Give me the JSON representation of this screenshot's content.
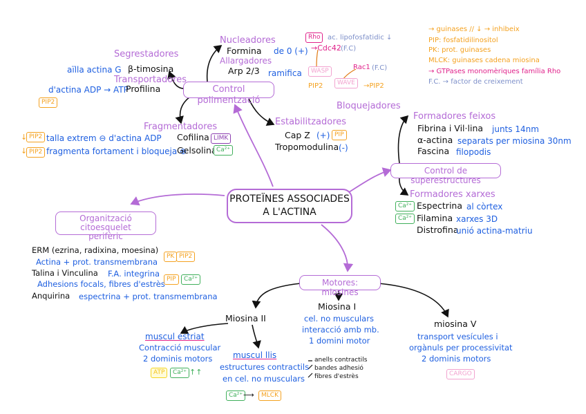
{
  "center": {
    "line1": "PROTEÏNES ASSOCIADES",
    "line2": "A L'ACTINA"
  },
  "control_pol": {
    "title": "Control polimentzació",
    "nucleadores": "Nucleadores",
    "allargadores": "Allargadores",
    "formina": "Formina",
    "formina_note": "de 0 (+)",
    "arp": "Arp 2/3",
    "ramifica": "ramifica",
    "rho_tag": "Rho",
    "rho_note": "ac. lipofosfatidic ↓",
    "cdc42": "→Cdc42",
    "fc1": "(F.C)",
    "wasp_tag": "WASP",
    "rac1": "Rac1",
    "fc2": "(F.C)",
    "wave_tag": "WAVE",
    "pip2_a": "PIP2",
    "pip2_b": "→PIP2",
    "segrestadores": "Segrestadores",
    "seg_desc": "aïlla actina G",
    "seg_prot": "β-timosina",
    "transportadores": "Transportadores",
    "trans_desc": "d'actina ADP → ATP",
    "trans_prot": "Profilina",
    "pip2_tag": "PIP2",
    "fragmentadores": "Fragmentadores",
    "frag1_pre": "↓",
    "frag1_tag": "PIP2",
    "frag1_desc": "talla extrem ⊖ d'actina ADP",
    "frag1_prot": "Cofilina",
    "frag1_limk": "LIMK",
    "frag2_pre": "↓",
    "frag2_tag": "PIP2",
    "frag2_desc": "fragmenta fortament i bloqueja ⊕",
    "frag2_prot": "Gelsolina",
    "frag2_ca": "Ca²⁺",
    "estabilitzadores": "Estabilitzadores",
    "bloquejadores": "Bloquejadores",
    "capz": "Cap Z",
    "capz_note": "(+)",
    "capz_tag": "PIP",
    "tropo": "Tropomodulina",
    "tropo_note": "(-)"
  },
  "legend": {
    "l1": "→ guinases // ↓ → inhibeix",
    "l2": "PIP: fosfatidilinositol",
    "l3": "PK: prot. guinases",
    "l4": "MLCK: guinases cadena miosina",
    "l5": "→ GTPases monomèriques família Rho",
    "l6": "F.C. → factor de creixement"
  },
  "superstructures": {
    "title": "Control de superestructures",
    "feixos": "Formadores feixos",
    "fibrina": "Fibrina i Vil·lina",
    "fibrina_note": "junts 14nm",
    "aactina": "α-actina",
    "aactina_note": "separats per miosina 30nm",
    "fascina": "Fascina",
    "fascina_note": "filopodis",
    "xarxes": "Formadores xarxes",
    "espectrina": "Espectrina",
    "espectrina_note": "al còrtex",
    "filamina": "Filamina",
    "filamina_note": "xarxes 3D",
    "distrofina": "Distrofina",
    "distrofina_note": "unió actina-matriu",
    "ca1": "Ca²⁺",
    "ca2": "Ca²⁺"
  },
  "org": {
    "title_l1": "Organització citoesquelet",
    "title_l2": "perifèric",
    "erm": "ERM (ezrina, radixina, moesina)",
    "erm_pk": "PK",
    "erm_pip2": "PIP2",
    "erm_desc": "Actina + prot. transmembrana",
    "talina": "Talina i Vinculina",
    "talina_note": "F.A. integrina",
    "talina_pip": "PIP",
    "talina_ca": "Ca²⁺",
    "talina_desc": "Adhesions focals, fibres d'estrès",
    "anquirina": "Anquirina",
    "anquirina_note": "espectrina + prot. transmembrana"
  },
  "motors": {
    "title": "Motores: miosines",
    "m2": "Miosina II",
    "m1": "Miosina I",
    "m1_d1": "cel. no musculars",
    "m1_d2": "interacció amb mb.",
    "m1_d3": "1 domini motor",
    "m5": "miosina V",
    "m5_d1": "transport vesícules i",
    "m5_d2": "orgànuls per processivitat",
    "m5_d3": "2 dominis motors",
    "m5_tag": "CARGO",
    "estriat": "muscul estriat",
    "estriat_d1": "Contracció muscular",
    "estriat_d2": "2 dominis motors",
    "atp_tag": "ATP",
    "ca_tag": "Ca²⁺",
    "arrows": "↑↑",
    "llis": "muscul llis",
    "llis_d1": "estructures contractils",
    "llis_d2": "en cel. no musculars",
    "llis_b1": "anells contractils",
    "llis_b2": "bandes adhesió",
    "llis_b3": "fibres d'estrès",
    "ca_tag2": "Ca²⁺",
    "mlck_tag": "MLCK"
  }
}
